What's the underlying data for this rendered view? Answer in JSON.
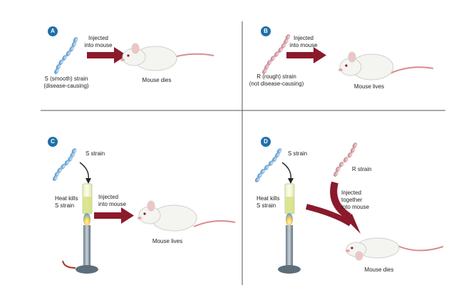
{
  "panels": {
    "a": {
      "badge": "A",
      "arrow_label_line1": "Injected",
      "arrow_label_line2": "into mouse",
      "strain_line1": "S (smooth) strain",
      "strain_line2": "(disease-causing)",
      "outcome": "Mouse dies"
    },
    "b": {
      "badge": "B",
      "arrow_label_line1": "Injected",
      "arrow_label_line2": "into mouse",
      "strain_line1": "R (rough) strain",
      "strain_line2": "(not disease-causing)",
      "outcome": "Mouse lives"
    },
    "c": {
      "badge": "C",
      "strain_label": "S strain",
      "heat_line1": "Heat kills",
      "heat_line2": "S strain",
      "arrow_label_line1": "Injected",
      "arrow_label_line2": "into mouse",
      "outcome": "Mouse lives"
    },
    "d": {
      "badge": "D",
      "s_strain_label": "S strain",
      "r_strain_label": "R strain",
      "heat_line1": "Heat kills",
      "heat_line2": "S strain",
      "arrow_label_line1": "Injected",
      "arrow_label_line2": "together",
      "arrow_label_line3": "into mouse",
      "outcome": "Mouse dies"
    }
  },
  "colors": {
    "s_strain": "#4a90c8",
    "r_strain": "#c98a8f",
    "arrow": "#8b1a2b",
    "badge": "#1f6fa8",
    "mouse_body": "#f4f4f1",
    "mouse_tail": "#d98b8b",
    "divider": "#555555"
  }
}
